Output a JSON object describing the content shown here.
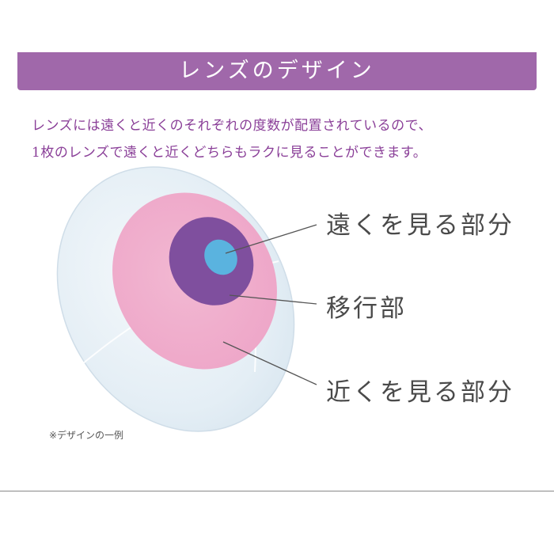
{
  "banner": {
    "title": "レンズのデザイン",
    "color": "#a068aa"
  },
  "intro": {
    "line1": "レンズには遠くと近くのそれぞれの度数が配置されているので、",
    "line2": "1枚のレンズで遠くと近くどちらもラクに見ることができます。",
    "color": "#8a3f98"
  },
  "diagram": {
    "labels": {
      "far": "遠くを見る部分",
      "transition": "移行部",
      "near": "近くを見る部分"
    },
    "colors": {
      "lens": "#e4eef5",
      "near_zone": "#eeadcc",
      "transition_zone": "#7f4f9e",
      "far_zone": "#5ab3df"
    }
  },
  "note": "※デザインの一例"
}
